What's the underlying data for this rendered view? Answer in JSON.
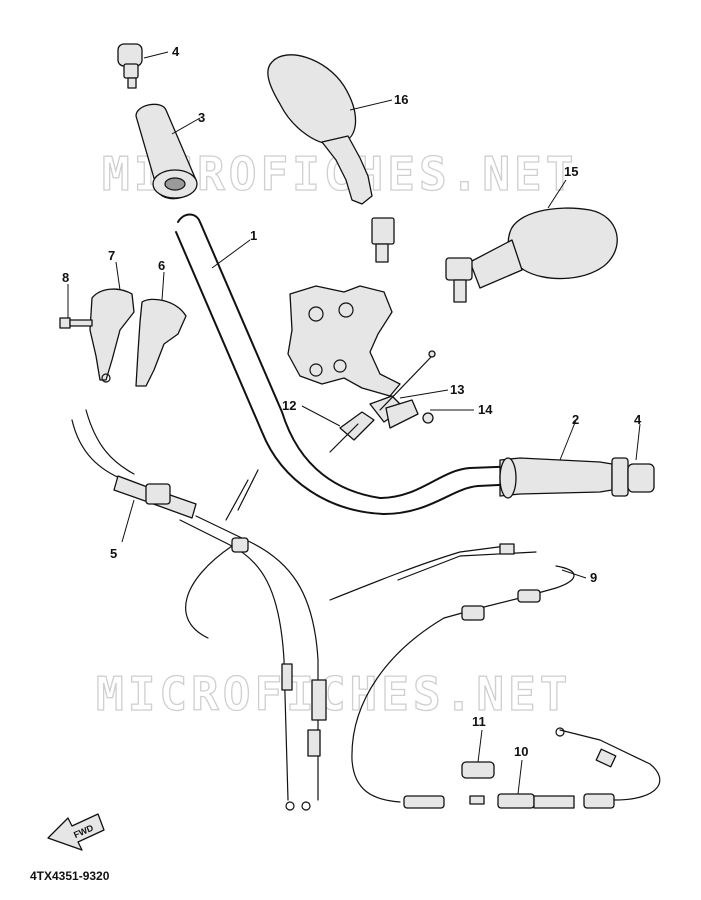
{
  "watermarks": [
    "MICROFICHES.NET",
    "MICROFICHES.NET"
  ],
  "part_code": "4TX4351-9320",
  "direction_label": "FWD",
  "callouts": [
    "4",
    "3",
    "16",
    "15",
    "1",
    "7",
    "6",
    "8",
    "13",
    "12",
    "14",
    "2",
    "4",
    "5",
    "9",
    "11",
    "10"
  ],
  "icons": {
    "direction": "fwd-arrow-icon"
  }
}
